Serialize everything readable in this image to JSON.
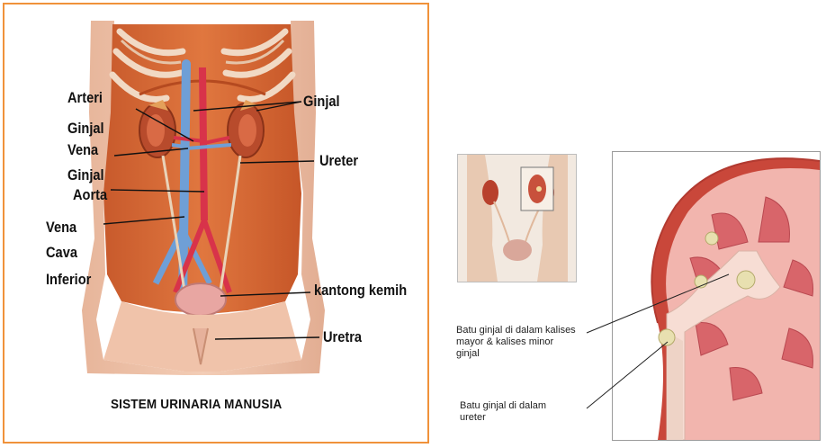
{
  "left_figure": {
    "title": "SISTEM URINARIA MANUSIA",
    "labels": {
      "arteri": "Arteri",
      "ginjal_a": "Ginjal",
      "vena_a": "Vena",
      "ginjal_b": "Ginjal",
      "aorta": "Aorta",
      "vena_b": "Vena",
      "cava": "Cava",
      "inferior": "Inferior",
      "ginjal_right": "Ginjal",
      "ureter": "Ureter",
      "kantong_kemih": "kantong kemih",
      "uretra": "Uretra"
    },
    "border_color": "#f0923a"
  },
  "right_figure": {
    "annotation_1": [
      "Batu ginjal di dalam kalises",
      "mayor & kalises minor",
      "ginjal"
    ],
    "annotation_2": [
      "Batu ginjal di dalam",
      "ureter"
    ]
  }
}
